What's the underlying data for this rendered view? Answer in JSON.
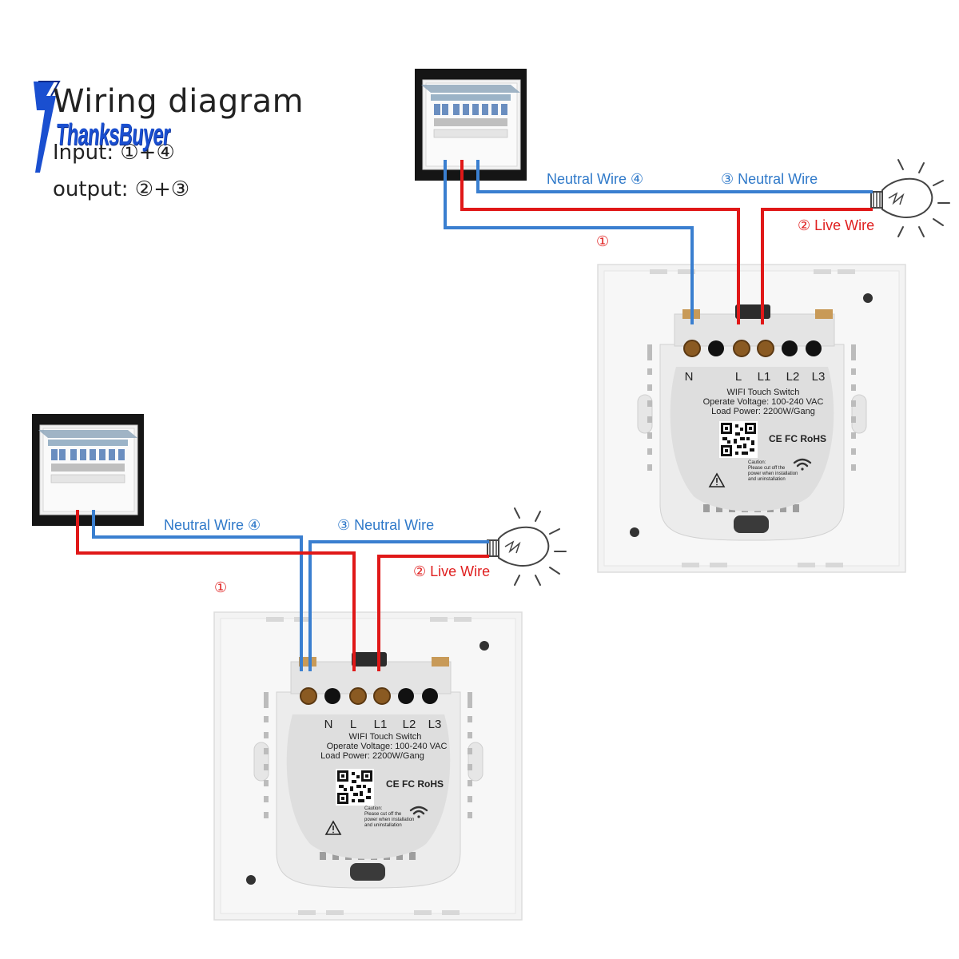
{
  "header": {
    "title": "Wiring diagram",
    "input": "Input: ①+④",
    "output": "output: ②+③"
  },
  "watermark": {
    "text": "ThanksBuyer"
  },
  "colors": {
    "neutral": "#3a7fd0",
    "live": "#e01818",
    "neutral_label": "#2f79c9",
    "live_label": "#e02020",
    "panel_bg": "#141414"
  },
  "top_diagram": {
    "neutral_left": "Neutral Wire ④",
    "neutral_right": "③ Neutral Wire",
    "live": "② Live Wire",
    "marker": "①"
  },
  "bottom_diagram": {
    "neutral_left": "Neutral Wire ④",
    "neutral_right": "③ Neutral Wire",
    "live": "② Live Wire",
    "marker": "①"
  },
  "switch_label": {
    "terminals": [
      "N",
      "L",
      "L1",
      "L2",
      "L3"
    ],
    "line1": "WIFI Touch Switch",
    "line2": "Operate Voltage: 100-240 VAC",
    "line3": "Load Power: 2200W/Gang",
    "certs": "CE FC RoHS",
    "caution_title": "Caution:",
    "caution1": "Please cut off the",
    "caution2": "power when installation",
    "caution3": "and uninstallation"
  }
}
